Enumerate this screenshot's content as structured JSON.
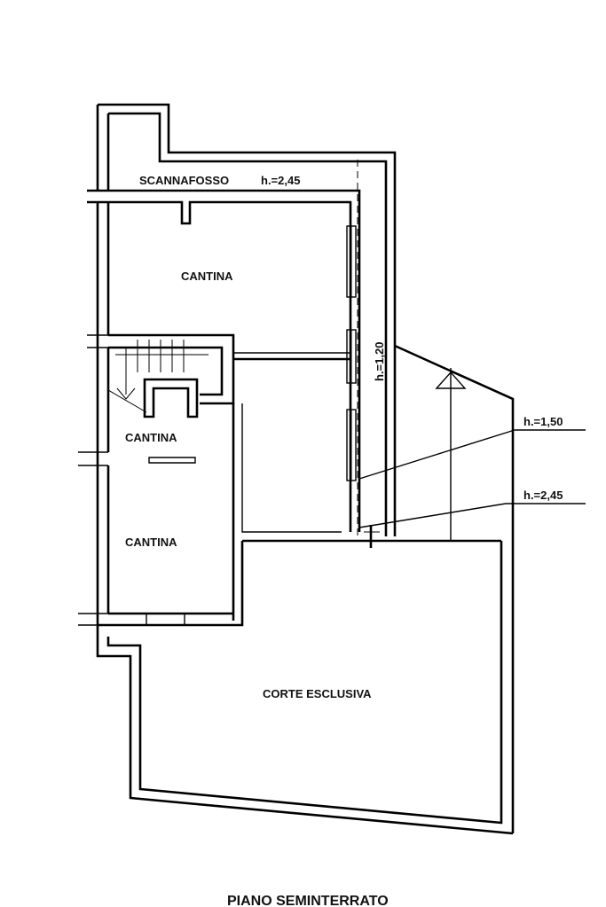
{
  "plan": {
    "rooms": {
      "scannafosso": "SCANNAFOSSO",
      "scannafosso_height": "h.=2,45",
      "cantina_top": "CANTINA",
      "cantina_middle": "CANTINA",
      "cantina_bottom": "CANTINA",
      "corte": "CORTE ESCLUSIVA"
    },
    "heights": {
      "vertical": "h.=1,20",
      "upper_right": "h.=1,50",
      "lower_right": "h.=2,45"
    },
    "caption": "PIANO SEMINTERRATO"
  }
}
